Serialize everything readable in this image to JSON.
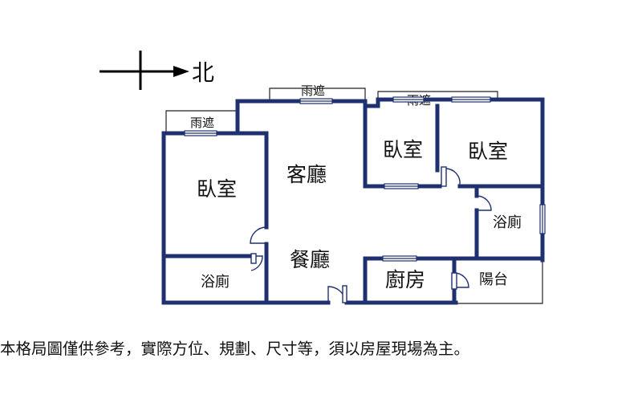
{
  "compass": {
    "north_label": "北"
  },
  "canopies": [
    {
      "id": "canopy-left",
      "label": "雨遮"
    },
    {
      "id": "canopy-center",
      "label": "雨遮"
    },
    {
      "id": "canopy-right",
      "label": "雨遮"
    }
  ],
  "rooms": {
    "bedroom_left": "臥室",
    "bedroom_mid": "臥室",
    "bedroom_right": "臥室",
    "living_room": "客廳",
    "dining_room": "餐廳",
    "bath_left": "浴廁",
    "bath_right": "浴廁",
    "kitchen": "廚房",
    "balcony": "陽台"
  },
  "disclaimer": "本格局圖僅供參考，實際方位、規劃、尺寸等，須以房屋現場為主。"
}
